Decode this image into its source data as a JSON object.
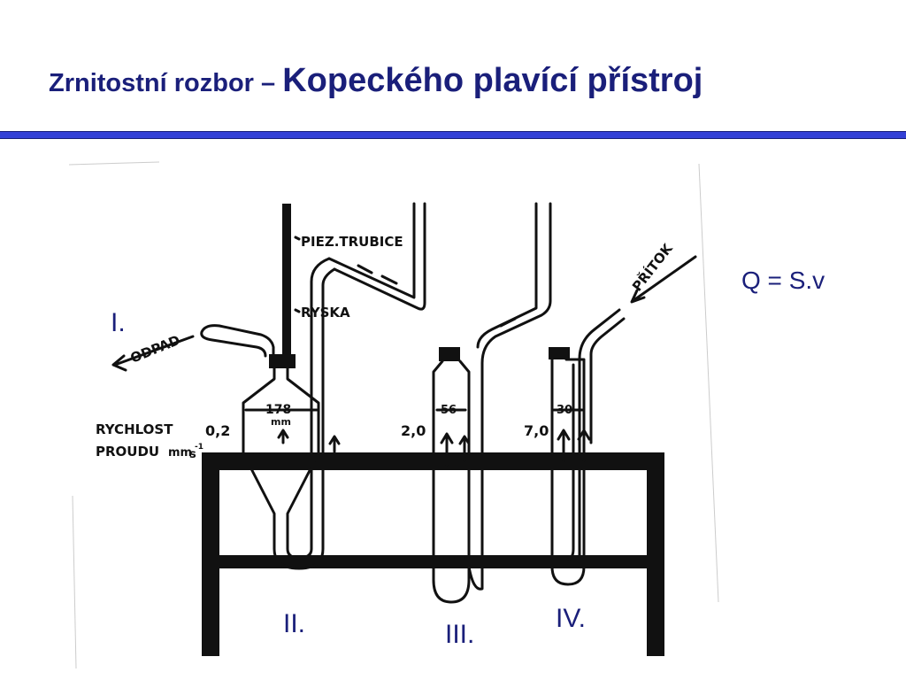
{
  "title": {
    "prefix": "Zrnitostní rozbor – ",
    "main": "Kopeckého plavící přístroj"
  },
  "formula": "Q = S.v",
  "colors": {
    "title": "#1a1f7a",
    "rule": "#3340d6",
    "ink": "#111111"
  },
  "vessel_labels": [
    "I.",
    "II.",
    "III.",
    "IV."
  ],
  "drawing": {
    "piez": "PIEZ.TRUBICE",
    "ryska": "RYSKA",
    "odpad": "ODPAD",
    "pritok": "PŘÍTOK",
    "rychlost_1": "RYCHLOST",
    "rychlost_2": "PROUDU",
    "unit": "mm",
    "unit_exp": "s",
    "unit_exp2": "-1",
    "speeds": [
      "0,2",
      "2,0",
      "7,0"
    ],
    "diameters": [
      "178",
      "56",
      "30"
    ],
    "diameter_unit": "mm"
  }
}
